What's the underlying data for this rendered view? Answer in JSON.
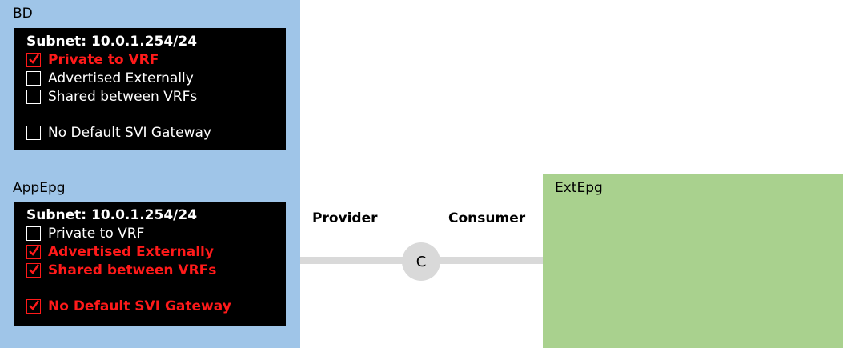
{
  "bd": {
    "label": "BD",
    "subnet": "Subnet: 10.0.1.254/24",
    "options": [
      {
        "label": "Private to VRF",
        "checked": true
      },
      {
        "label": "Advertised Externally",
        "checked": false
      },
      {
        "label": "Shared between VRFs",
        "checked": false
      },
      {
        "label": "No Default SVI Gateway",
        "checked": false
      }
    ]
  },
  "app_epg": {
    "label": "AppEpg",
    "subnet": "Subnet: 10.0.1.254/24",
    "options": [
      {
        "label": "Private to VRF",
        "checked": false
      },
      {
        "label": "Advertised Externally",
        "checked": true
      },
      {
        "label": "Shared between VRFs",
        "checked": true
      },
      {
        "label": "No Default SVI Gateway",
        "checked": true
      }
    ]
  },
  "ext_epg": {
    "label": "ExtEpg"
  },
  "contract": {
    "symbol": "C",
    "provider_label": "Provider",
    "consumer_label": "Consumer"
  },
  "colors": {
    "left_panel": "#9fc5e8",
    "right_panel": "#a9d18e",
    "box": "#000000",
    "checked": "#ff1a1a",
    "connector": "#d9d9d9"
  }
}
